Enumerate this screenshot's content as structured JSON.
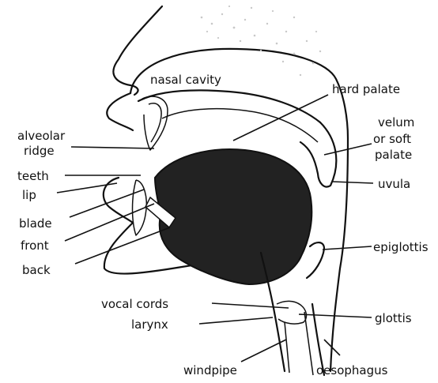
{
  "labels": {
    "nasal_cavity": "nasal cavity",
    "hard_palate": "hard palate",
    "alveolar_ridge_1": "alveolar",
    "alveolar_ridge_2": "ridge",
    "velum_1": "velum",
    "velum_2": "or soft",
    "velum_3": "palate",
    "teeth": "teeth",
    "lip": "lip",
    "uvula": "uvula",
    "blade": "blade",
    "front": "front",
    "back": "back",
    "epiglottis": "epiglottis",
    "vocal_cords": "vocal cords",
    "glottis": "glottis",
    "larynx": "larynx",
    "windpipe": "windpipe",
    "oesophagus": "oesophagus"
  },
  "colors": {
    "ink": "#111111",
    "tongue": "#222222",
    "background": "#ffffff"
  }
}
